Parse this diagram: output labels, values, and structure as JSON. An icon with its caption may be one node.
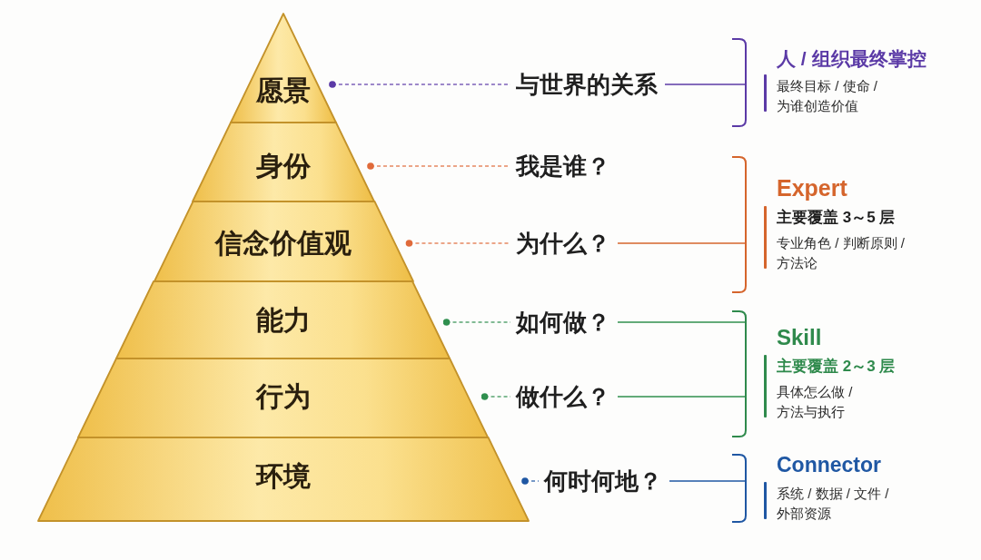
{
  "diagram": {
    "nodes": [
      {
        "text": [
          "愿景"
        ]
      },
      {
        "text": [
          "身份"
        ]
      },
      {
        "text": [
          "信念价值观"
        ]
      },
      {
        "text": [
          "能力"
        ]
      },
      {
        "text": [
          "行为"
        ]
      },
      {
        "text": [
          "环境"
        ]
      },
      {
        "text": [
          "与世界的关系"
        ]
      },
      {
        "text": [
          "我是谁？"
        ]
      },
      {
        "text": [
          "为什么？"
        ]
      },
      {
        "text": [
          "如何做？"
        ]
      },
      {
        "text": [
          "做什么？"
        ]
      },
      {
        "text": [
          "何时何地？"
        ]
      },
      {
        "text": [
          "人 / 组织最终掌控",
          "最终目标 / 使命 / 为谁创造价值"
        ]
      },
      {
        "text": [
          "Expert",
          "主要覆盖 3～5 层",
          "专业角色 / 判断原则 / 方法论"
        ]
      },
      {
        "text": [
          "Skill",
          "主要覆盖 2～3 层",
          "具体怎么做 / 方法与执行"
        ]
      },
      {
        "text": [
          "Connector",
          "系统 / 数据 / 文件 / 外部资源"
        ]
      }
    ],
    "edges": [
      {
        "from": 0,
        "to": 6,
        "arrow": "other",
        "style": "dashed",
        "color": "#5b3aa6"
      },
      {
        "from": 1,
        "to": 7,
        "arrow": "other",
        "style": "dashed",
        "color": "#e06a3a"
      },
      {
        "from": 2,
        "to": 8,
        "arrow": "other",
        "style": "dashed",
        "color": "#e06a3a"
      },
      {
        "from": 3,
        "to": 9,
        "arrow": "other",
        "style": "dashed",
        "color": "#2f8f4e"
      },
      {
        "from": 4,
        "to": 10,
        "arrow": "other",
        "style": "dashed",
        "color": "#2f8f4e"
      },
      {
        "from": 5,
        "to": 11,
        "arrow": "other",
        "style": "dashed",
        "color": "#1f57a3"
      },
      {
        "from": 6,
        "to": 12,
        "arrow": "none",
        "color": "#5b3aa6"
      },
      {
        "from": 8,
        "to": 13,
        "arrow": "none",
        "color": "#d5652c"
      },
      {
        "from": 9,
        "to": 14,
        "arrow": "none",
        "color": "#2f8f4e"
      },
      {
        "from": 10,
        "to": 14,
        "arrow": "none",
        "color": "#2f8f4e"
      },
      {
        "from": 11,
        "to": 15,
        "arrow": "none",
        "color": "#1f57a3"
      }
    ]
  }
}
